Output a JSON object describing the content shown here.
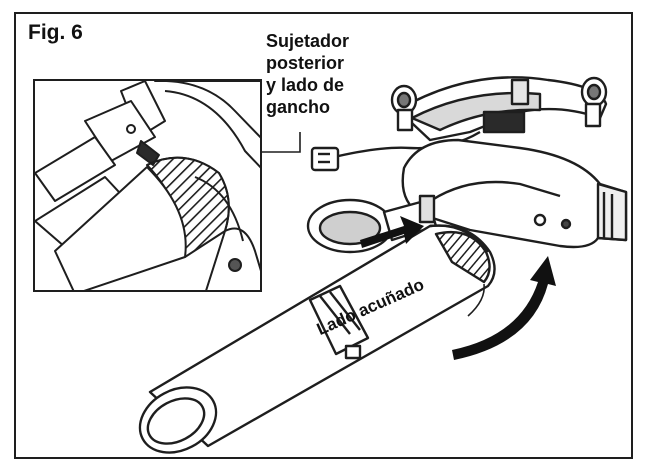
{
  "figure": {
    "title": "Fig. 6",
    "callout_label": "Sujetador\nposterior\ny lado de\ngancho",
    "wedge_label": "Lado acuñado"
  },
  "icons": [
    "blower-housing-icon",
    "blower-tube-icon",
    "insertion-arrow-icon",
    "rotation-arrow-icon"
  ],
  "colors": {
    "line": "#1e1e1e",
    "background": "#ffffff",
    "gray": "#bdbdbd"
  }
}
